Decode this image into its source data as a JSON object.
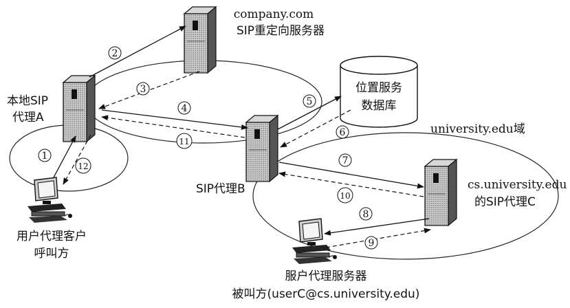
{
  "nodes": {
    "redirect_server": {
      "line1": "company.com",
      "line2": "SIP重定向服务器"
    },
    "local_proxy_a": {
      "line1": "本地SIP",
      "line2": "代理A"
    },
    "location_db": {
      "line1": "位置服务",
      "line2": "数据库"
    },
    "proxy_b": {
      "label": "SIP代理B"
    },
    "domain_label": "university.edu域",
    "proxy_c": {
      "line1": "cs.university.edu",
      "line2": "的SIP代理C"
    },
    "caller": {
      "line1": "用户代理客户",
      "line2": "呼叫方"
    },
    "callee": {
      "line1": "服户代理服务器",
      "line2": "被叫方(userC@cs.university.edu)"
    }
  },
  "steps": [
    "1",
    "2",
    "3",
    "4",
    "5",
    "6",
    "7",
    "8",
    "9",
    "10",
    "11",
    "12"
  ]
}
